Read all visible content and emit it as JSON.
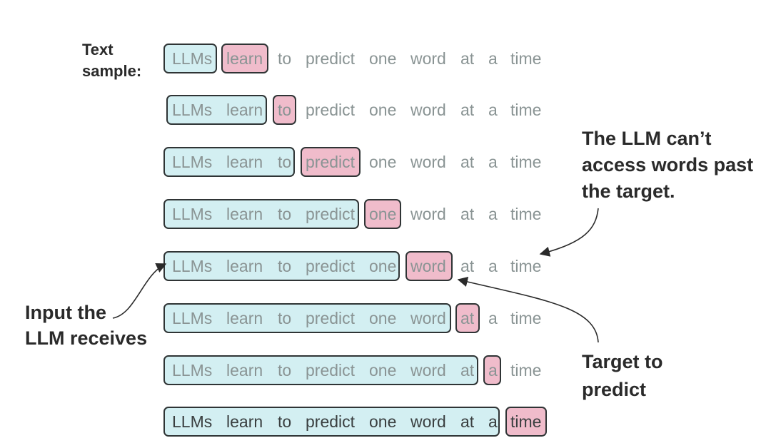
{
  "sample_label": [
    "Text",
    "sample:"
  ],
  "words": [
    "LLMs",
    "learn",
    "to",
    "predict",
    "one",
    "word",
    "at",
    "a",
    "time"
  ],
  "rows": [
    {
      "input": [
        "LLMs"
      ],
      "target": "learn"
    },
    {
      "input": [
        "LLMs",
        "learn"
      ],
      "target": "to"
    },
    {
      "input": [
        "LLMs",
        "learn",
        "to"
      ],
      "target": "predict"
    },
    {
      "input": [
        "LLMs",
        "learn",
        "to",
        "predict"
      ],
      "target": "one"
    },
    {
      "input": [
        "LLMs",
        "learn",
        "to",
        "predict",
        "one"
      ],
      "target": "word"
    },
    {
      "input": [
        "LLMs",
        "learn",
        "to",
        "predict",
        "one",
        "word"
      ],
      "target": "at"
    },
    {
      "input": [
        "LLMs",
        "learn",
        "to",
        "predict",
        "one",
        "word",
        "at"
      ],
      "target": "a"
    },
    {
      "input": [
        "LLMs",
        "learn",
        "to",
        "predict",
        "one",
        "word",
        "at",
        "a"
      ],
      "target": "time"
    }
  ],
  "annotations": {
    "cant_access": [
      "The LLM can’t",
      "access words past",
      "the target."
    ],
    "input_label": [
      "Input the",
      "LLM receives"
    ],
    "target_label": [
      "Target to",
      "predict"
    ]
  },
  "colors": {
    "input_fill": "#d3eff2",
    "target_fill": "#f0bccb",
    "outline": "#2f3435",
    "faded_text": "#8a9494"
  }
}
